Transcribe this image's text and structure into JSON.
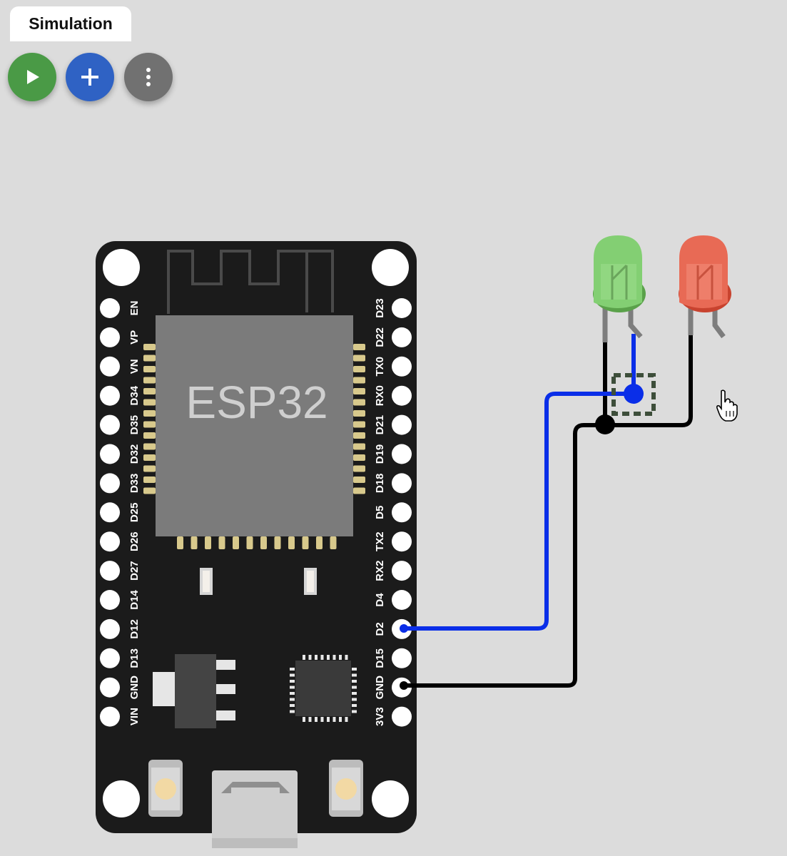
{
  "tabs": [
    {
      "label": "Simulation"
    }
  ],
  "toolbar": {
    "buttons": [
      {
        "icon": "play-icon",
        "color": "#4a9a46"
      },
      {
        "icon": "plus-icon",
        "color": "#2f62c4"
      },
      {
        "icon": "kebab-menu-icon",
        "color": "#717171"
      }
    ]
  },
  "board": {
    "chip_label": "ESP32",
    "left_pins": [
      "EN",
      "VP",
      "VN",
      "D34",
      "D35",
      "D32",
      "D33",
      "D25",
      "D26",
      "D27",
      "D14",
      "D12",
      "D13",
      "GND",
      "VIN"
    ],
    "right_pins": [
      "D23",
      "D22",
      "TX0",
      "RX0",
      "D21",
      "D19",
      "D18",
      "D5",
      "TX2",
      "RX2",
      "D4",
      "D2",
      "D15",
      "GND",
      "3V3"
    ]
  },
  "leds": [
    {
      "color_name": "green",
      "color": "#7ccb6c"
    },
    {
      "color_name": "red",
      "color": "#e05a45"
    }
  ],
  "wires": [
    {
      "from": "D2",
      "to": "green LED anode",
      "color": "#0a2ee8"
    },
    {
      "from": "GND",
      "to": "LED cathodes",
      "color": "#000000"
    }
  ],
  "cursor": {
    "icon": "hand-pointer-icon"
  }
}
